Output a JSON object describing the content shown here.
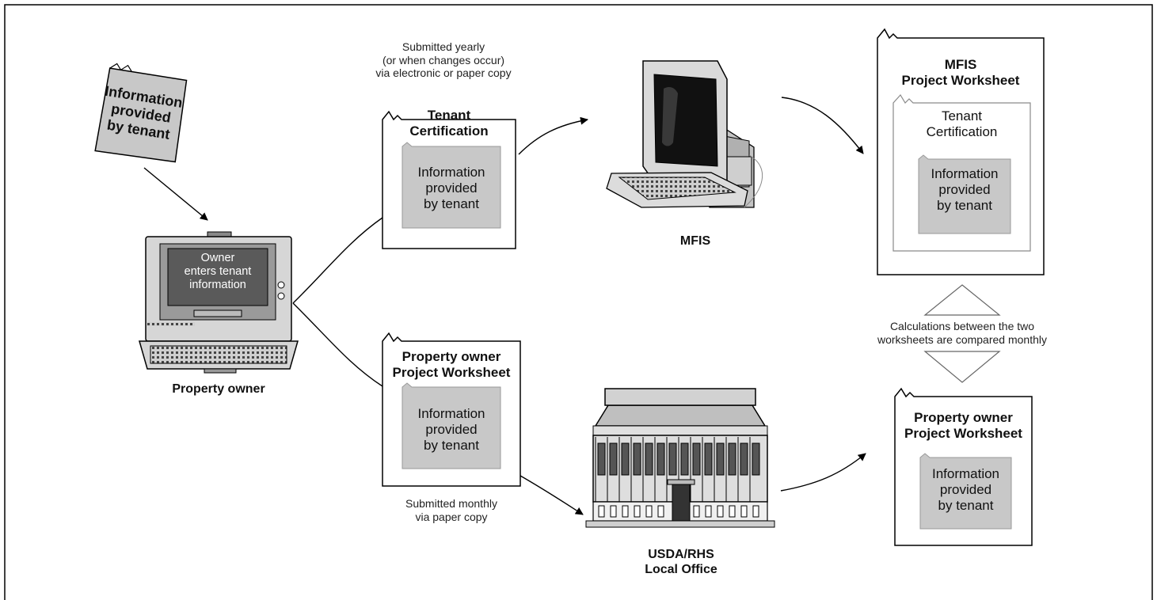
{
  "tenant_slip": {
    "lines": [
      "Information",
      "provided",
      "by tenant"
    ]
  },
  "laptop": {
    "screen_lines": [
      "Owner",
      "enters tenant",
      "information"
    ],
    "label": "Property owner"
  },
  "tenant_certification": {
    "title_lines": [
      "Tenant",
      "Certification"
    ],
    "inner_lines": [
      "Information",
      "provided",
      "by tenant"
    ],
    "note_lines": [
      "Submitted yearly",
      "(or when changes occur)",
      "via electronic or paper copy"
    ]
  },
  "owner_worksheet": {
    "title_lines": [
      "Property owner",
      "Project Worksheet"
    ],
    "inner_lines": [
      "Information",
      "provided",
      "by tenant"
    ],
    "note_lines": [
      "Submitted monthly",
      "via paper copy"
    ]
  },
  "mfis_computer": {
    "label": "MFIS"
  },
  "local_office": {
    "label_lines": [
      "USDA/RHS",
      "Local Office"
    ]
  },
  "mfis_worksheet": {
    "title_lines": [
      "MFIS",
      "Project Worksheet"
    ],
    "cert_lines": [
      "Tenant",
      "Certification"
    ],
    "inner_lines": [
      "Information",
      "provided",
      "by tenant"
    ]
  },
  "comparison": {
    "lines": [
      "Calculations between the two",
      "worksheets are compared monthly"
    ]
  },
  "owner_worksheet_copy": {
    "title_lines": [
      "Property owner",
      "Project Worksheet"
    ],
    "inner_lines": [
      "Information",
      "provided",
      "by tenant"
    ]
  }
}
